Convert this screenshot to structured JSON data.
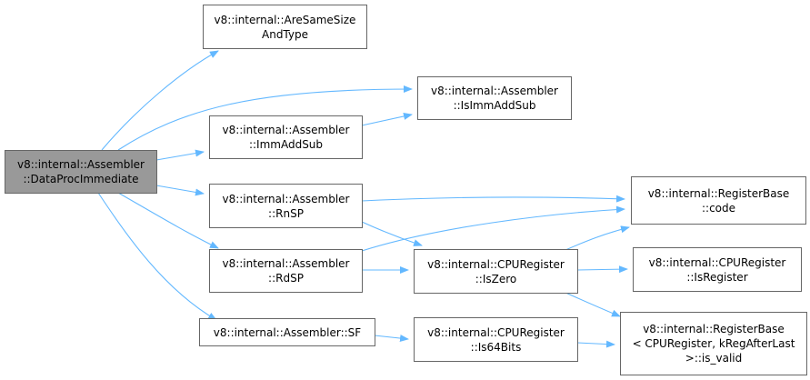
{
  "colors": {
    "edge": "#63b8ff",
    "node_border": "#666666",
    "root_fill": "#999999",
    "node_fill": "#ffffff"
  },
  "nodes": {
    "root": {
      "line1": "v8::internal::Assembler",
      "line2": "::DataProcImmediate"
    },
    "aresame": {
      "line1": "v8::internal::AreSameSize",
      "line2": "AndType"
    },
    "isimmaddsub": {
      "line1": "v8::internal::Assembler",
      "line2": "::IsImmAddSub"
    },
    "immaddsub": {
      "line1": "v8::internal::Assembler",
      "line2": "::ImmAddSub"
    },
    "rnsp": {
      "line1": "v8::internal::Assembler",
      "line2": "::RnSP"
    },
    "rdsp": {
      "line1": "v8::internal::Assembler",
      "line2": "::RdSP"
    },
    "sf": {
      "line1": "v8::internal::Assembler::SF"
    },
    "code": {
      "line1": "v8::internal::RegisterBase",
      "line2": "::code"
    },
    "iszero": {
      "line1": "v8::internal::CPURegister",
      "line2": "::IsZero"
    },
    "isregister": {
      "line1": "v8::internal::CPURegister",
      "line2": "::IsRegister"
    },
    "is64bits": {
      "line1": "v8::internal::CPURegister",
      "line2": "::Is64Bits"
    },
    "isvalid": {
      "line1": "v8::internal::RegisterBase",
      "line2": "< CPURegister, kRegAfterLast",
      "line3": ">::is_valid"
    }
  }
}
